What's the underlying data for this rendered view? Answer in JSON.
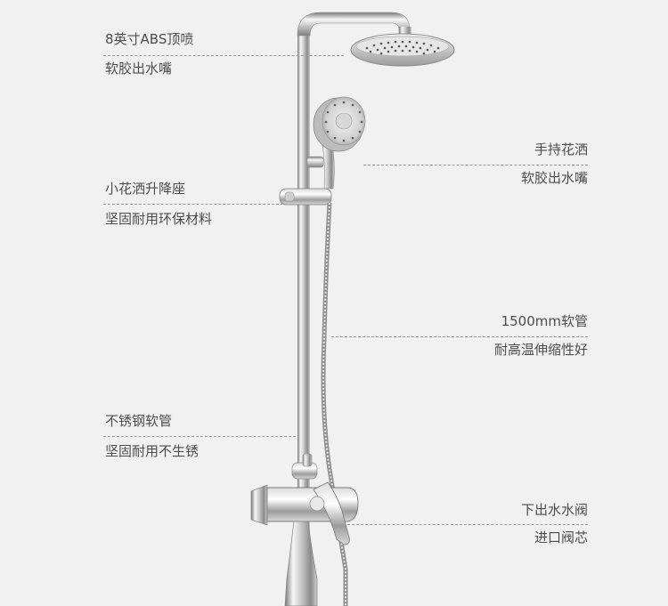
{
  "annotations": [
    {
      "id": "top-shower",
      "title": "8英寸ABS顶喷",
      "subtitle": "软胶出水嘴"
    },
    {
      "id": "hand-shower",
      "title": "手持花洒",
      "subtitle": "软胶出水嘴"
    },
    {
      "id": "slide-bracket",
      "title": "小花洒升降座",
      "subtitle": "坚固耐用环保材料"
    },
    {
      "id": "hose",
      "title": "1500mm软管",
      "subtitle": "耐高温伸缩性好"
    },
    {
      "id": "steel-pipe",
      "title": "不锈钢软管",
      "subtitle": "坚固耐用不生锈"
    },
    {
      "id": "valve",
      "title": "下出水水阀",
      "subtitle": "进口阀芯"
    }
  ],
  "colors": {
    "background": "#f1f1f1",
    "text": "#4d4d4d",
    "chrome_light": "#f4f4f4",
    "chrome_mid": "#bdbdbd",
    "chrome_dark": "#6f6f6f"
  }
}
